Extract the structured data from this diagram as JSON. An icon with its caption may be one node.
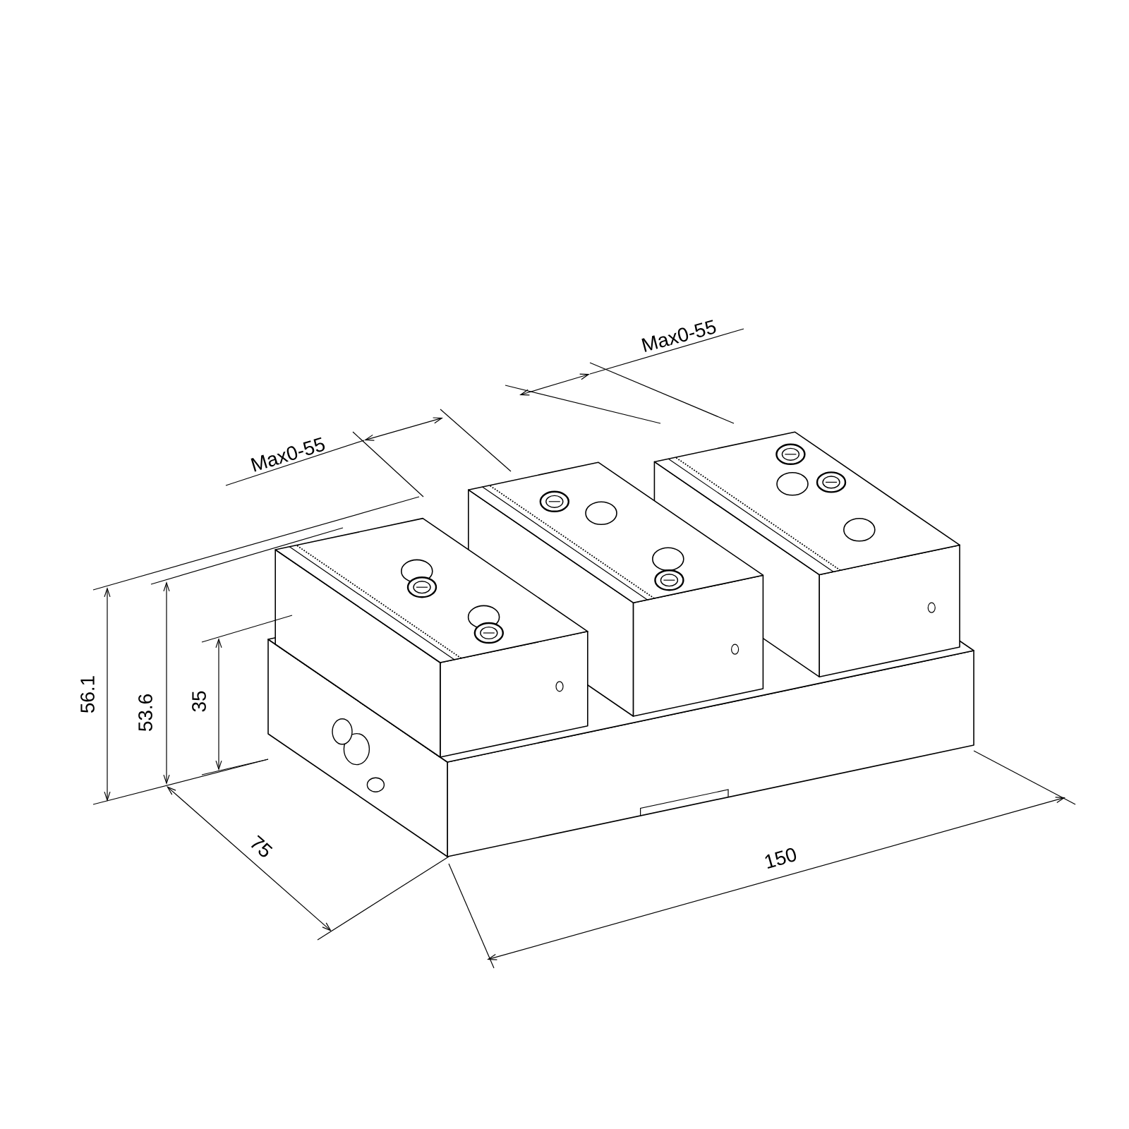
{
  "diagram": {
    "labels": [
      "Max0-55",
      "Max0-55",
      "56.1",
      "53.6",
      "35",
      "75",
      "150"
    ]
  }
}
